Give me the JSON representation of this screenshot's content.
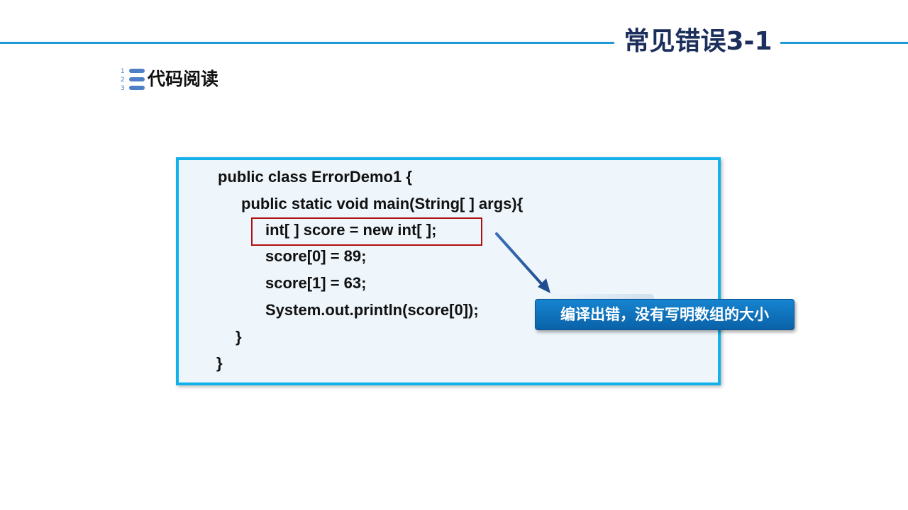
{
  "slide": {
    "title": "常见错误3-1",
    "section_title": "代码阅读",
    "section_icon": "numbered-list-icon",
    "list_numbers": [
      "1",
      "2",
      "3"
    ],
    "colors": {
      "rule": "#1f9ad6",
      "title": "#1c2f5c",
      "code_border": "#11b1e9",
      "code_background": "#eef5fb",
      "highlight_border": "#b01010",
      "callout_background": "#0f73bf",
      "arrow": "#2a5a9c"
    }
  },
  "code": {
    "lines": [
      "public class ErrorDemo1 {",
      "public static void main(String[ ] args){",
      "int[ ] score = new int[ ];",
      "score[0] = 89;",
      "score[1] = 63;",
      "System.out.println(score[0]);",
      "}",
      "}"
    ],
    "highlighted_line": 2
  },
  "callout": {
    "text": "编译出错，没有写明数组的大小"
  }
}
